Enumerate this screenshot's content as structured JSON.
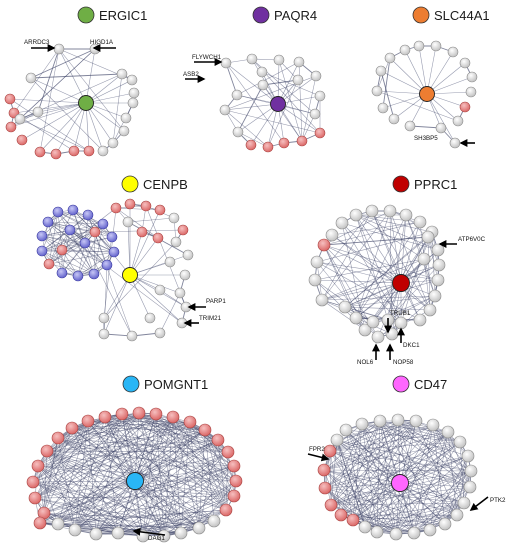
{
  "panels": [
    {
      "id": "ergic1",
      "hub_label": "ERGIC1",
      "hub_color": "#6fae45",
      "neighbor_colors": [
        "#e3807f",
        "#d9d9d9"
      ],
      "annotations": [
        "ARRDC3",
        "HIGD1A"
      ]
    },
    {
      "id": "paqr4",
      "hub_label": "PAQR4",
      "hub_color": "#7030a0",
      "neighbor_colors": [
        "#e3807f",
        "#d9d9d9"
      ],
      "annotations": [
        "FLYWCH1",
        "ASB2"
      ]
    },
    {
      "id": "slc44a1",
      "hub_label": "SLC44A1",
      "hub_color": "#ed7d31",
      "neighbor_colors": [
        "#e3807f",
        "#d9d9d9"
      ],
      "annotations": [
        "SH3BP5"
      ]
    },
    {
      "id": "cenpb",
      "hub_label": "CENPB",
      "hub_color": "#ffff00",
      "neighbor_colors": [
        "#e3807f",
        "#7f7fd9",
        "#d9d9d9"
      ],
      "annotations": [
        "PARP1",
        "TRIM21"
      ]
    },
    {
      "id": "pprc1",
      "hub_label": "PPRC1",
      "hub_color": "#c00000",
      "neighbor_colors": [
        "#e3807f",
        "#d9d9d9"
      ],
      "annotations": [
        "ATP6V0C",
        "TRUB1",
        "DKC1",
        "NOL6",
        "NOP58"
      ]
    },
    {
      "id": "pomgnt1",
      "hub_label": "POMGNT1",
      "hub_color": "#29b6f6",
      "neighbor_colors": [
        "#e3807f",
        "#d9d9d9"
      ],
      "annotations": [
        "DAG1"
      ]
    },
    {
      "id": "cd47",
      "hub_label": "CD47",
      "hub_color": "#ff66ff",
      "neighbor_colors": [
        "#e3807f",
        "#d9d9d9"
      ],
      "annotations": [
        "FPR2",
        "PTK2"
      ]
    }
  ]
}
